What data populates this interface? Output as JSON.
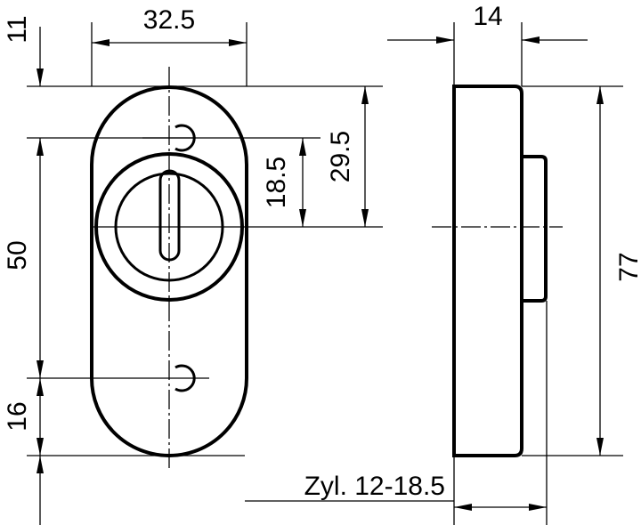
{
  "dimensions": {
    "width_total": "32.5",
    "top_offset": "11",
    "screw_spacing": "50",
    "bottom_offset": "16",
    "screw_to_cylinder": "18.5",
    "top_to_cylinder": "29.5",
    "depth": "14",
    "height": "77",
    "cylinder_projection": "Zyl. 12-18.5"
  }
}
